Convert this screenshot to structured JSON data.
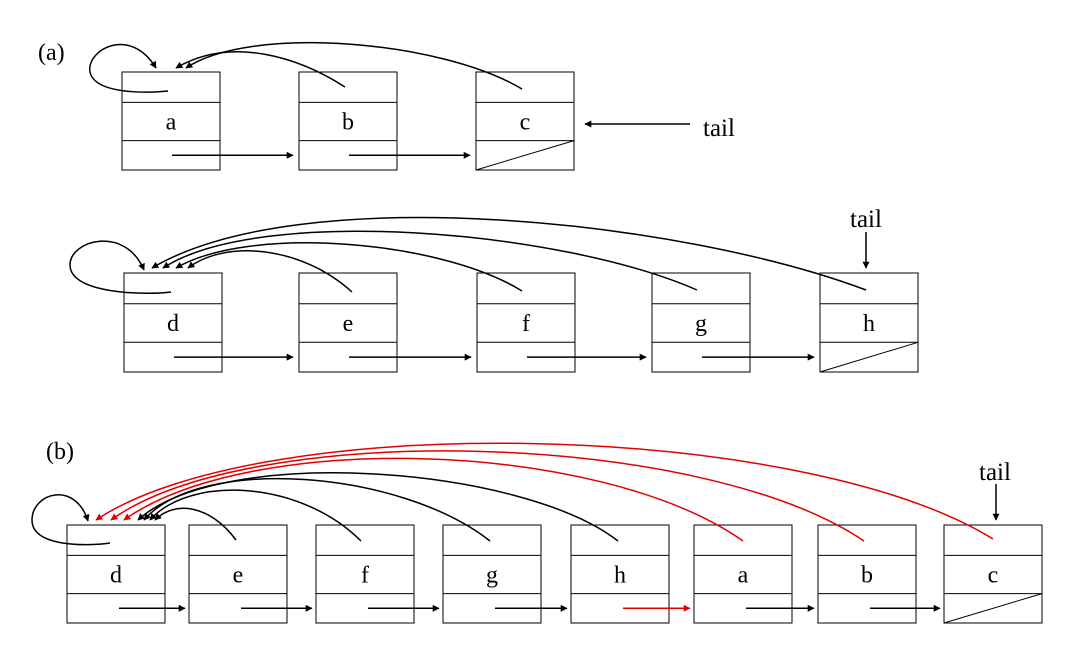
{
  "colors": {
    "black": "#000000",
    "red": "#e00000"
  },
  "a": {
    "label": "(a)",
    "list1": [
      "a",
      "b",
      "c"
    ],
    "list2": [
      "d",
      "e",
      "f",
      "g",
      "h"
    ],
    "tail1": "tail",
    "tail2": "tail"
  },
  "b": {
    "label": "(b)",
    "list": [
      "d",
      "e",
      "f",
      "g",
      "h",
      "a",
      "b",
      "c"
    ],
    "tail": "tail"
  }
}
